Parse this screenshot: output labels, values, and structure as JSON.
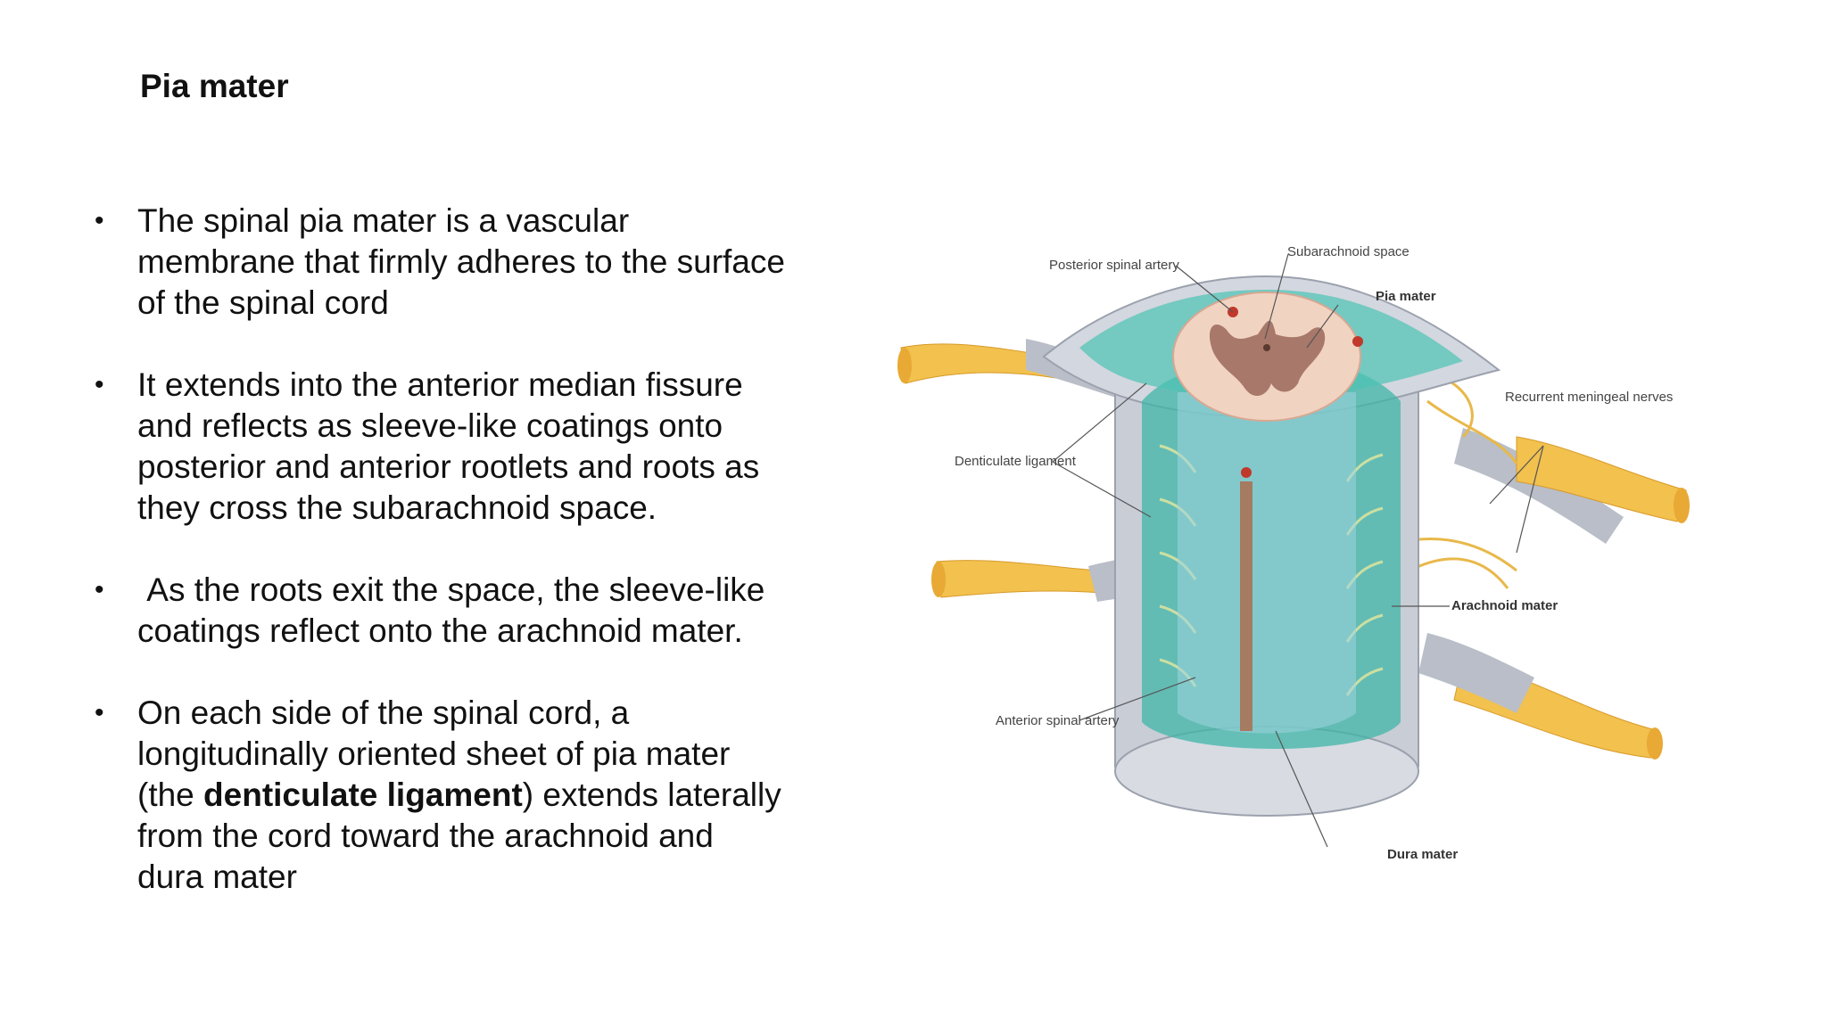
{
  "title": "Pia mater",
  "bullets": [
    {
      "text": "The spinal pia mater is a vascular membrane that firmly adheres to the surface of the spinal cord"
    },
    {
      "text": "It extends into the anterior median fissure and reflects as sleeve-like coatings onto posterior and anterior rootlets and roots as they cross the subarachnoid space."
    },
    {
      "text": " As the roots exit the space, the sleeve-like coatings reflect onto the arachnoid mater."
    },
    {
      "pre": "On each side of the spinal cord, a longitudinally oriented sheet of pia mater (the ",
      "bold": "denticulate ligament",
      "post": ") extends laterally from the cord toward the arachnoid and dura mater"
    }
  ],
  "figure": {
    "labels": {
      "posterior_spinal_artery": "Posterior spinal artery",
      "subarachnoid_space": "Subarachnoid space",
      "pia_mater": "Pia mater",
      "recurrent_meningeal_nerves": "Recurrent meningeal nerves",
      "denticulate_ligament": "Denticulate ligament",
      "arachnoid_mater": "Arachnoid mater",
      "anterior_spinal_artery": "Anterior spinal artery",
      "dura_mater": "Dura mater"
    },
    "colors": {
      "nerve": "#f2c14e",
      "dura": "#c9cdd6",
      "arachnoid_space": "#3fb6a8",
      "cord": "#f1d3c2",
      "grey_matter": "#a8786a",
      "artery": "#c0392b"
    }
  }
}
